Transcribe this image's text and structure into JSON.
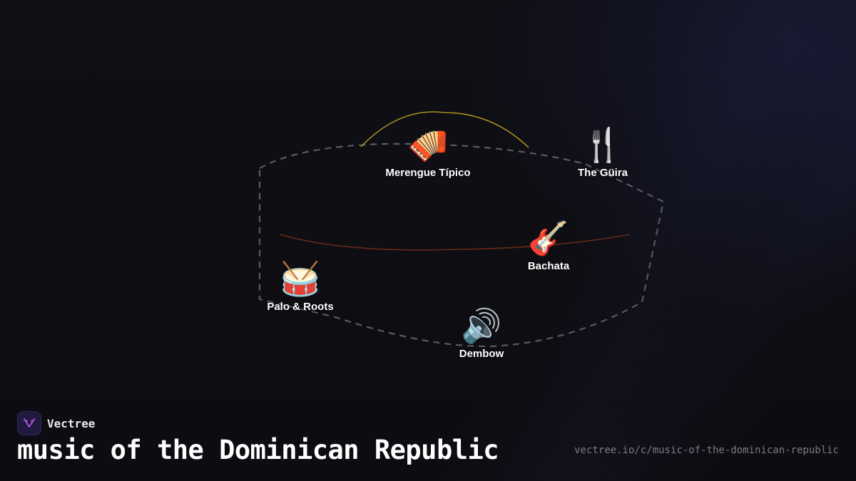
{
  "diagram": {
    "nodes": [
      {
        "id": "merengue",
        "label": "Merengue Típico",
        "icon": "🪗",
        "icon_name": "accordion-icon"
      },
      {
        "id": "guira",
        "label": "The Güira",
        "icon": "🍴",
        "icon_name": "fork-and-knife-icon"
      },
      {
        "id": "bachata",
        "label": "Bachata",
        "icon": "🎸",
        "icon_name": "guitar-icon"
      },
      {
        "id": "palo",
        "label": "Palo & Roots",
        "icon": "🥁",
        "icon_name": "drum-icon"
      },
      {
        "id": "dembow",
        "label": "Dembow",
        "icon": "🔊",
        "icon_name": "speaker-icon"
      }
    ],
    "colors": {
      "hull_stroke": "#5a5a62",
      "arc_gold": "#a8901f",
      "arc_rust": "#6b2a16"
    }
  },
  "footer": {
    "brand": "Vectree",
    "title": "music of the Dominican Republic",
    "url": "vectree.io/c/music-of-the-dominican-republic",
    "logo_color": "#b04fd8"
  }
}
